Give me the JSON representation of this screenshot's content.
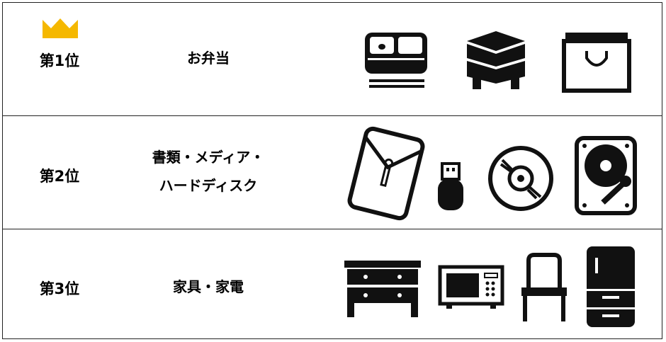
{
  "colors": {
    "crown": "#F5B800",
    "icon": "#111111",
    "border": "#222222"
  },
  "rows": [
    {
      "rank": "第1位",
      "category_lines": [
        "お弁当"
      ],
      "icons": [
        "bento-box-icon",
        "jubako-stacked-box-icon",
        "shopping-bag-icon"
      ],
      "crown": "crown-icon"
    },
    {
      "rank": "第2位",
      "category_lines": [
        "書類・メディア・",
        "ハードディスク"
      ],
      "icons": [
        "document-envelope-icon",
        "usb-drive-icon",
        "cd-disc-icon",
        "hard-disk-icon"
      ]
    },
    {
      "rank": "第3位",
      "category_lines": [
        "家具・家電"
      ],
      "icons": [
        "chest-of-drawers-icon",
        "microwave-icon",
        "chair-icon",
        "refrigerator-icon"
      ]
    }
  ]
}
